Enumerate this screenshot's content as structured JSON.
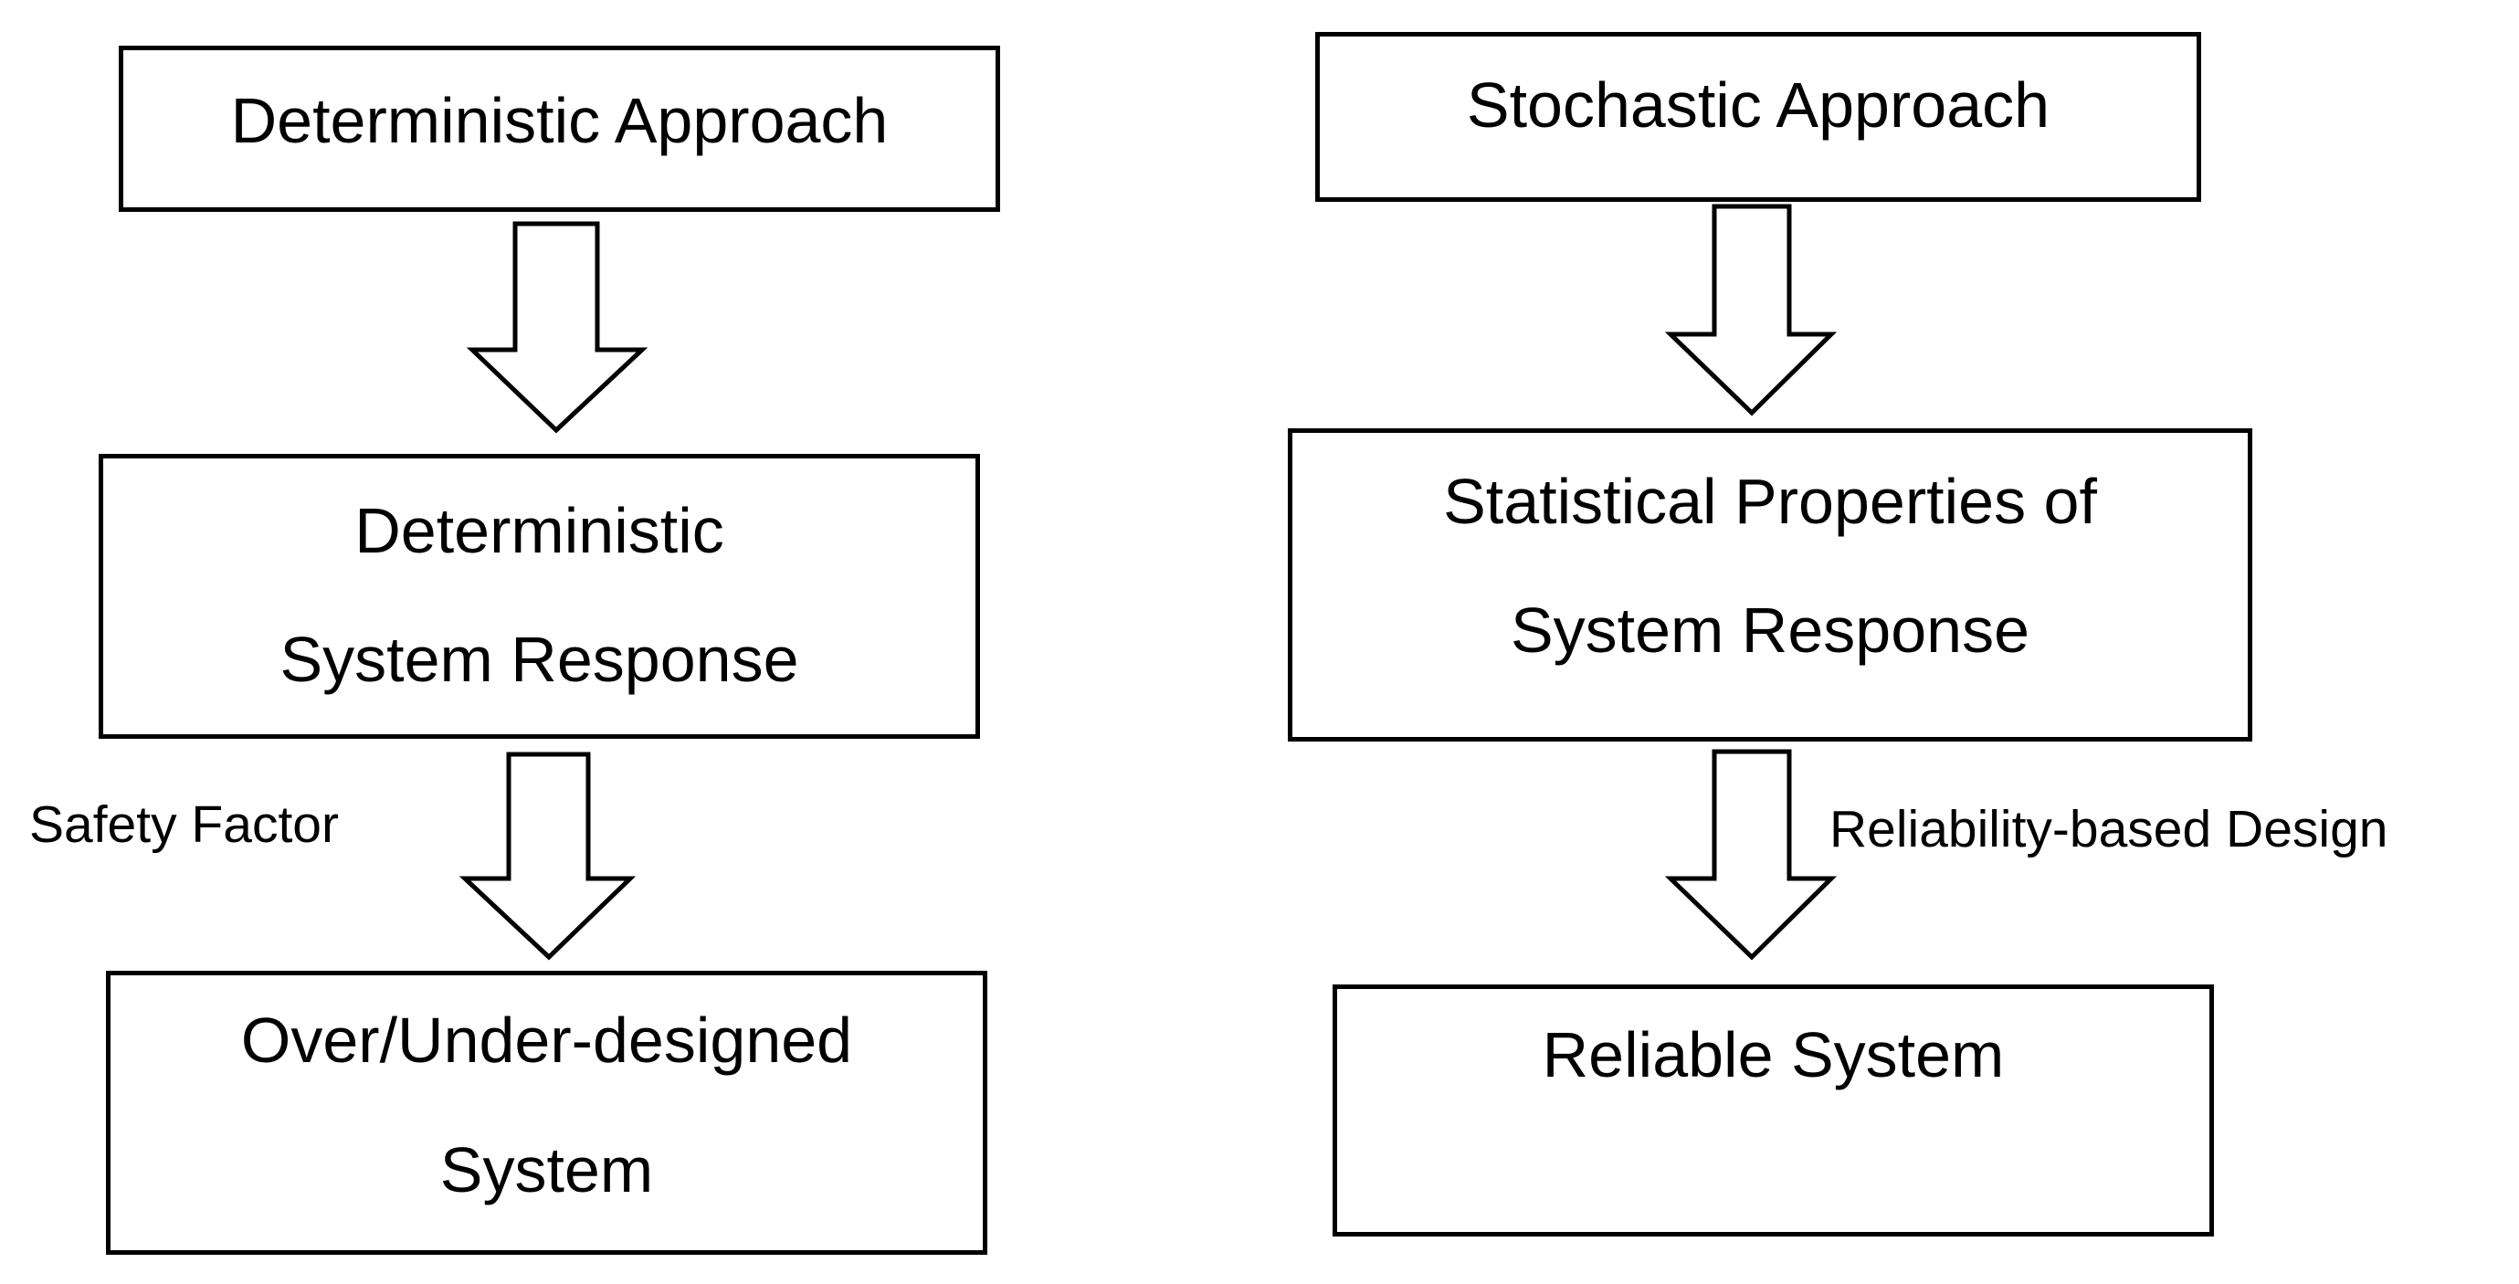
{
  "left_column": {
    "box1": {
      "text": "Deterministic Approach"
    },
    "box2": {
      "line1": "Deterministic",
      "line2": "System Response"
    },
    "box3": {
      "line1": "Over/Under-designed",
      "line2": "System"
    },
    "arrow2_label": "Safety Factor"
  },
  "right_column": {
    "box1": {
      "text": "Stochastic Approach"
    },
    "box2": {
      "line1": "Statistical Properties of",
      "line2": "System Response"
    },
    "box3": {
      "text": "Reliable System"
    },
    "arrow2_label": "Reliability-based Design"
  }
}
